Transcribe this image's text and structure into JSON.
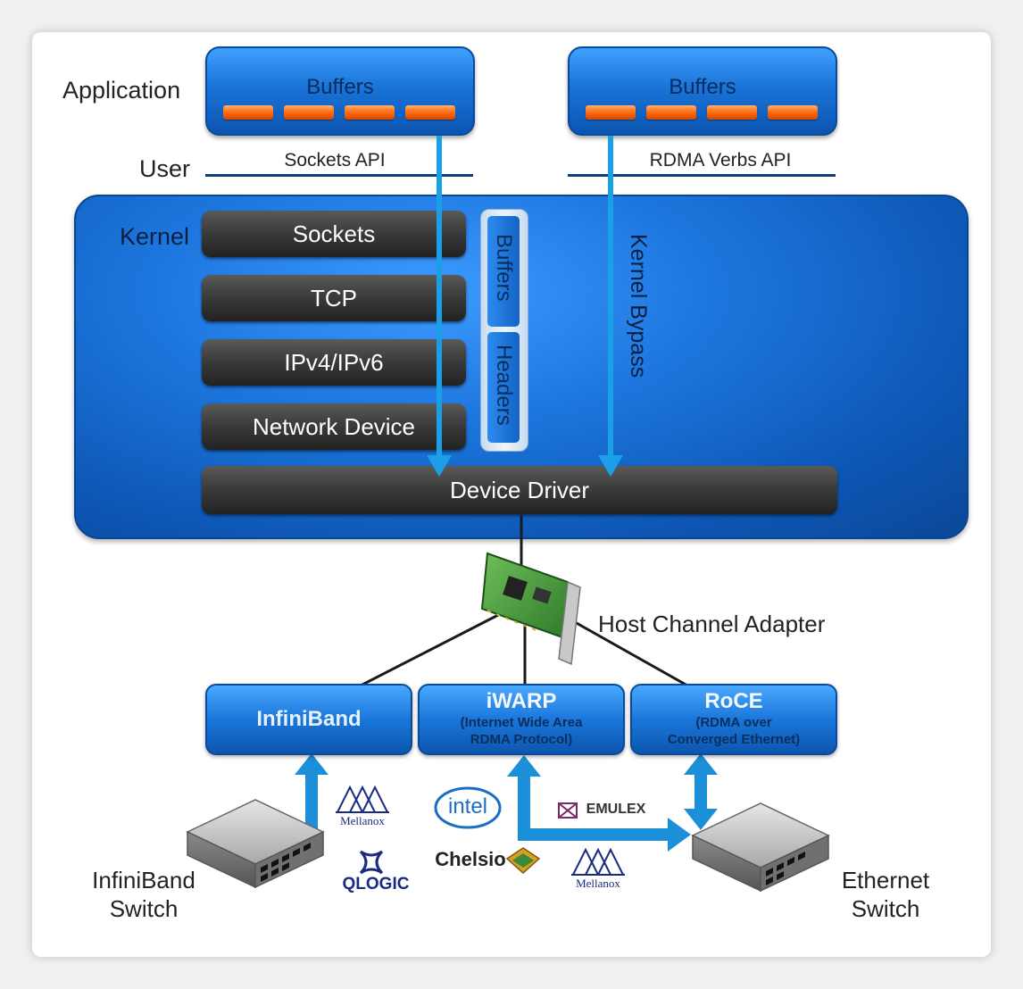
{
  "labels": {
    "application": "Application",
    "user": "User",
    "kernel": "Kernel",
    "host_channel_adapter": "Host Channel Adapter",
    "infiniband_switch_line1": "InfiniBand",
    "infiniband_switch_line2": "Switch",
    "ethernet_switch_line1": "Ethernet",
    "ethernet_switch_line2": "Switch"
  },
  "app_buffers": {
    "left_title": "Buffers",
    "right_title": "Buffers"
  },
  "apis": {
    "sockets": "Sockets API",
    "rdma": "RDMA Verbs API"
  },
  "kernel_stack": {
    "layers": [
      "Sockets",
      "TCP",
      "IPv4/IPv6",
      "Network Device"
    ],
    "driver": "Device Driver",
    "side_buffers": "Buffers",
    "side_headers": "Headers",
    "bypass": "Kernel Bypass"
  },
  "protocols": {
    "infiniband": {
      "title": "InfiniBand"
    },
    "iwarp": {
      "title": "iWARP",
      "sub1": "(Internet Wide Area",
      "sub2": "RDMA Protocol)"
    },
    "roce": {
      "title": "RoCE",
      "sub1": "(RDMA over",
      "sub2": "Converged Ethernet)"
    }
  },
  "vendors": {
    "mellanox_1": "Mellanox",
    "mellanox_2": "Mellanox",
    "qlogic": "QLOGIC",
    "intel": "intel",
    "chelsio": "Chelsio",
    "emulex": "EMULEX"
  },
  "colors": {
    "blue": "#1a74d8",
    "dark_layer": "#3c3c3c",
    "buffer_slot": "#ff7014",
    "arrow": "#1b9be0"
  }
}
